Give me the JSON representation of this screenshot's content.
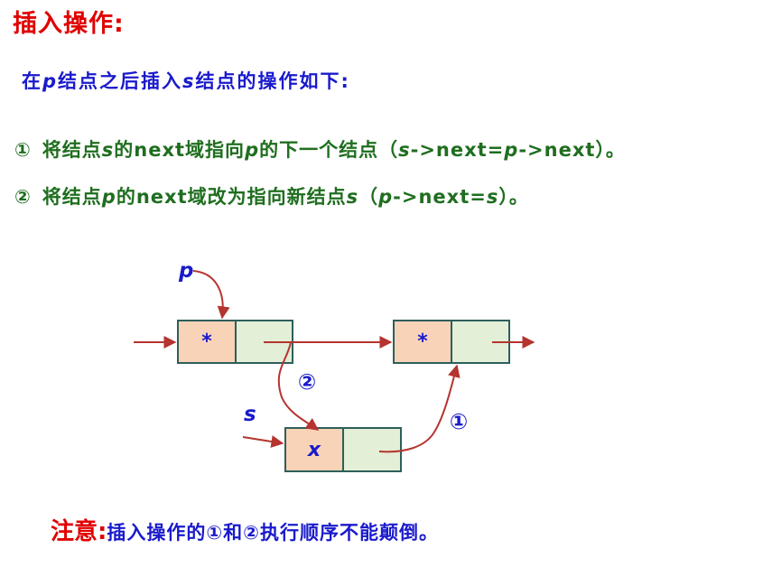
{
  "title": "插入操作:",
  "intro": {
    "a": "在",
    "p": "p",
    "b": "结点之后插入",
    "s": "s",
    "c": "结点的操作如下:"
  },
  "step1": {
    "num": "①",
    "t1": "将结点",
    "s": "s",
    "t2": "的next域指向",
    "p": "p",
    "t3": "的下一个结点（",
    "s2": "s",
    "t4": "->next=",
    "p2": "p",
    "t5": "->next）。"
  },
  "step2": {
    "num": "②",
    "t1": "将结点",
    "p": "p",
    "t2": "的next域改为指向新结点",
    "s": "s",
    "t3": "（",
    "p2": "p",
    "t4": "->next=",
    "s2": "s",
    "t5": "）。"
  },
  "diagram": {
    "pointer_p": "p",
    "pointer_s": "s",
    "node_p_data": "*",
    "node_next_data": "*",
    "node_s_data": "x",
    "step1_marker": "①",
    "step2_marker": "②"
  },
  "note": {
    "label": "注意:",
    "text": "插入操作的①和②执行顺序不能颠倒。"
  },
  "colors": {
    "title_red": "#e00000",
    "text_blue": "#1a1acc",
    "text_green": "#1f6e1f",
    "arrow": "#b5342f",
    "data_cell": "#f8d3b8",
    "next_cell": "#e3efd7",
    "node_border": "#2d5f5b"
  }
}
